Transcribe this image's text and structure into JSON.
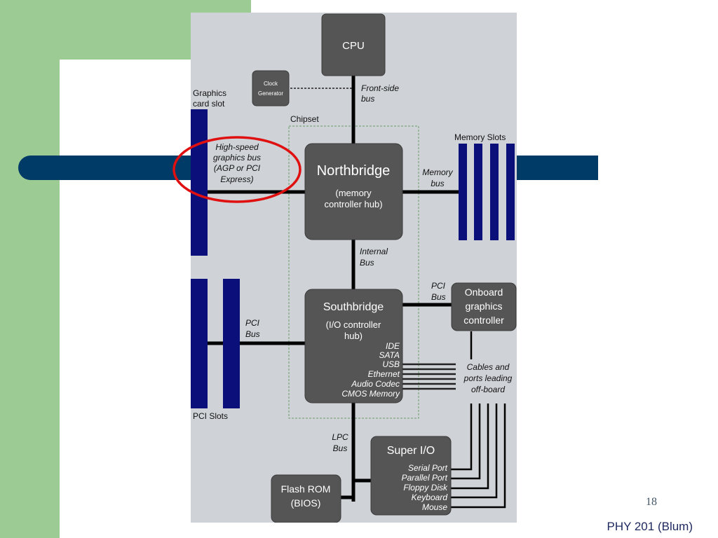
{
  "diagram": {
    "cpu": "CPU",
    "clock_generator": [
      "Clock",
      "Generator"
    ],
    "front_side_bus": [
      "Front-side",
      "bus"
    ],
    "graphics_card_slot": [
      "Graphics",
      "card slot"
    ],
    "chipset": "Chipset",
    "memory_slots": "Memory Slots",
    "high_speed_bus": [
      "High-speed",
      "graphics bus",
      "(AGP or PCI",
      "Express)"
    ],
    "northbridge": "Northbridge",
    "northbridge_sub": [
      "(memory",
      "controller hub)"
    ],
    "memory_bus": [
      "Memory",
      "bus"
    ],
    "internal_bus": [
      "Internal",
      "Bus"
    ],
    "pci_bus_right": [
      "PCI",
      "Bus"
    ],
    "onboard_graphics": [
      "Onboard",
      "graphics",
      "controller"
    ],
    "southbridge": "Southbridge",
    "southbridge_sub": [
      "(I/O controller",
      "hub)"
    ],
    "southbridge_ports": [
      "IDE",
      "SATA",
      "USB",
      "Ethernet",
      "Audio Codec",
      "CMOS Memory"
    ],
    "pci_bus_left": [
      "PCI",
      "Bus"
    ],
    "cables": [
      "Cables and",
      "ports leading",
      "off-board"
    ],
    "pci_slots": "PCI Slots",
    "lpc_bus": [
      "LPC",
      "Bus"
    ],
    "super_io": "Super I/O",
    "super_io_ports": [
      "Serial Port",
      "Parallel Port",
      "Floppy Disk",
      "Keyboard",
      "Mouse"
    ],
    "flash_rom": [
      "Flash ROM",
      "(BIOS)"
    ]
  },
  "slide": {
    "number": "18",
    "footer": "PHY 201 (Blum)"
  },
  "colors": {
    "green": "#9ccc94",
    "navy_bar": "#003a66",
    "diagram_bg": "#cfd2d6",
    "block": "#555555",
    "slot": "#0a0f7a",
    "highlight": "#e01010"
  }
}
